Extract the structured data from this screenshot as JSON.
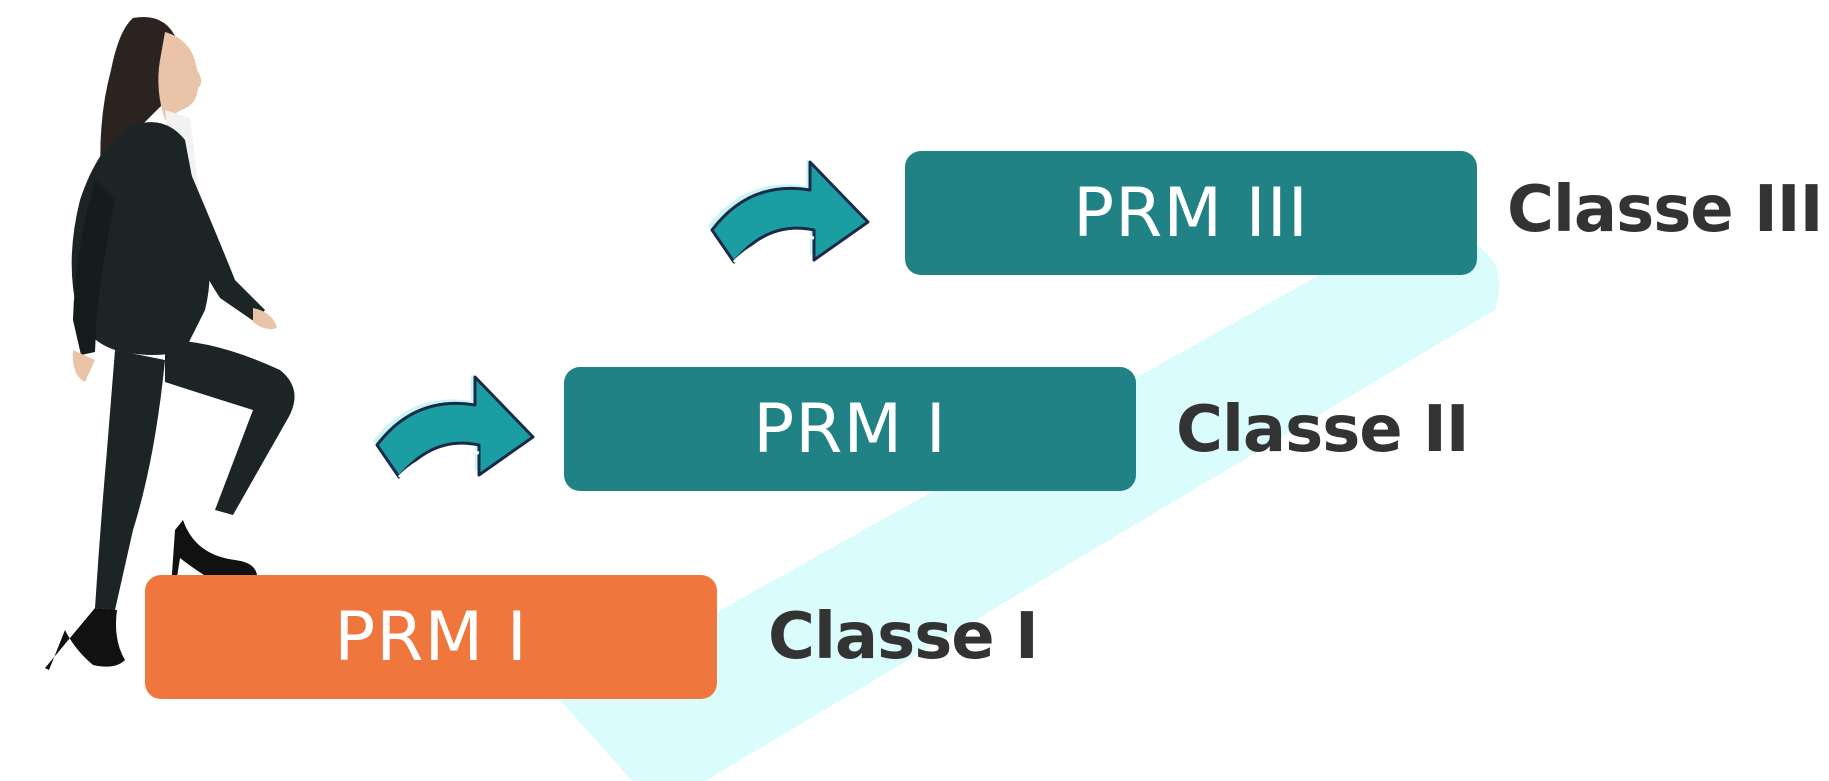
{
  "colors": {
    "step_bottom": "#ef773e",
    "step_upper": "#218285",
    "label_text": "#333333",
    "background_band": "#dbfcfc",
    "arrow_fill": "#1a9ea2",
    "arrow_outline": "#1b2a4a"
  },
  "steps": [
    {
      "label": "PRM I",
      "class": "Classe I"
    },
    {
      "label": "PRM I",
      "class": "Classe II"
    },
    {
      "label": "PRM III",
      "class": "Classe III"
    }
  ],
  "icons": {
    "arrow": "curved-arrow-icon",
    "person": "businesswoman-climbing-illustration"
  }
}
